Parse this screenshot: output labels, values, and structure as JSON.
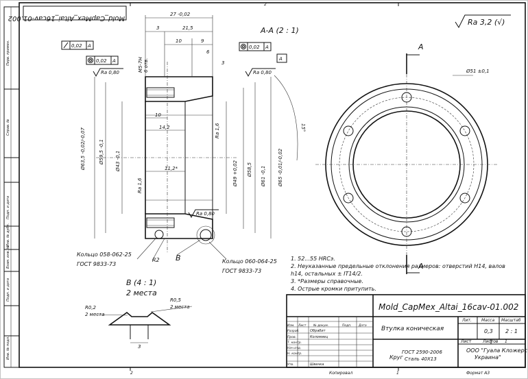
{
  "frame": {
    "rotated_code": "Mold_CapMex_Altai_16cav-01.002",
    "zone_top_2": "2",
    "zone_bottom_2": "2",
    "zone_bottom_1": "1",
    "side_labels": [
      "Перв. примен.",
      "Справ. №",
      "Подп. и дата",
      "Инв. № дубл.",
      "Взам. инв. №",
      "Подп. и дата",
      "Инв. № подл."
    ]
  },
  "roughness_general": "Ra 3,2 (√)",
  "section_label": "A-A (2 : 1)",
  "detail_label": "B (4 : 1)",
  "detail_sub": "2 места",
  "dims": {
    "d27": "27 -0,02",
    "d3a": "3",
    "d215": "21,5",
    "d10a": "10",
    "d9": "9",
    "d6": "6",
    "d3b": "3",
    "d10b": "10",
    "d142": "14,2",
    "d112": "11,2*",
    "m5": "М5-7Н",
    "m5b": "6 отв.",
    "d635": "Ø63,5 -0,02/-0,07",
    "d595": "Ø59,5 -0,1",
    "d43": "Ø43 -0,1",
    "d49": "Ø49 +0,02",
    "d585": "Ø58,5",
    "d61": "Ø61 -0,1",
    "d65": "Ø65 -0,01/-0,02",
    "d51": "Ø51 ±0,1",
    "d15": "15°",
    "ra16a": "Ra 1,6",
    "ra16b": "Ra 1,6",
    "ra08a": "Ra 0,80",
    "ra08b": "Ra 0,80",
    "ra08c": "Ra 0,80",
    "r2": "R2",
    "bmark": "B",
    "r02": "R0,2",
    "r02b": "2 места",
    "r05": "R0,5",
    "r05b": "2 места",
    "d3c": "3",
    "arrowA1": "A",
    "arrowA2": "A",
    "boxA": "A"
  },
  "tolerances": {
    "t1_val": "0,02",
    "t1_base": "A",
    "t2_val": "0,02",
    "t2_base": "A",
    "t3_val": "0,02",
    "t3_base": "A"
  },
  "callouts": {
    "ring1_a": "Кольцо 058-062-25",
    "ring1_b": "ГОСТ 9833-73",
    "ring2_a": "Кольцо 060-064-25",
    "ring2_b": "ГОСТ 9833-73"
  },
  "notes": [
    "1.   52...55 HRCэ.",
    "2.   Неуказанные предельные отклонения размеров: отверстий Н14, валов",
    "      h14, остальных ± IT14/2.",
    "3.   *Размеры справочные.",
    "4.   Острые кромки притупить."
  ],
  "title_block": {
    "code": "Mold_CapMex_Altai_16cav-01.002",
    "name": "Втулка коническая",
    "col_lit": "Лит.",
    "col_mass": "Масса",
    "col_scale": "Масштаб",
    "mass": "0,3",
    "scale": "2 : 1",
    "sheet": "Лист",
    "sheets": "Листов",
    "sheets_n": "1",
    "org_a": "ООО \"Гуала Кложерс",
    "org_b": "Украина\"",
    "material_pre": "Круг",
    "material_a": "ГОСТ 2590-2006",
    "material_b": "Сталь 40Х13",
    "hdr": [
      "Изм.",
      "Лист",
      "№ докум.",
      "Подп.",
      "Дата"
    ],
    "roles": [
      "Разраб.",
      "Пров.",
      "Т. контр.",
      "Нач.отд.",
      "Н. контр.",
      "Утв."
    ],
    "people": [
      "Обрабит",
      "Коломиец",
      "",
      "",
      "",
      "Швачка"
    ],
    "copied": "Копировал",
    "format": "Формат А3"
  }
}
